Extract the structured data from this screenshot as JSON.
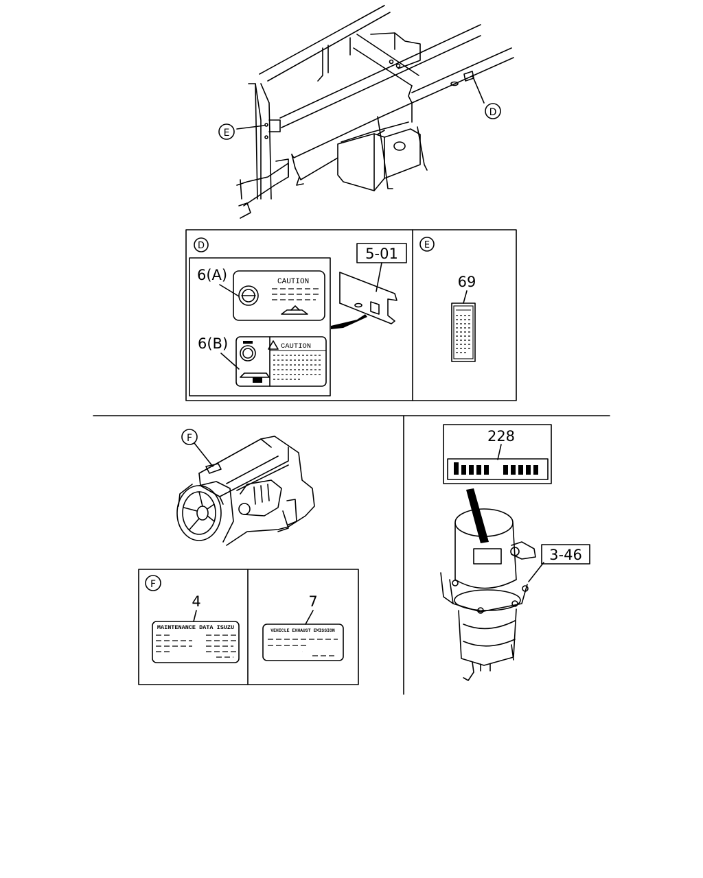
{
  "callouts": {
    "D": "D",
    "E": "E",
    "F": "F"
  },
  "parts": {
    "p501": "5-01",
    "p6a": "6(A)",
    "p6b": "6(B)",
    "p69": "69",
    "p228": "228",
    "p346": "3-46",
    "p4": "4",
    "p7": "7"
  },
  "labels": {
    "caution_a": "CAUTION",
    "caution_b": "CAUTION",
    "maintenance": "MAINTENANCE DATA ISUZU",
    "emission": "VEHICLE EXHAUST EMISSION"
  }
}
